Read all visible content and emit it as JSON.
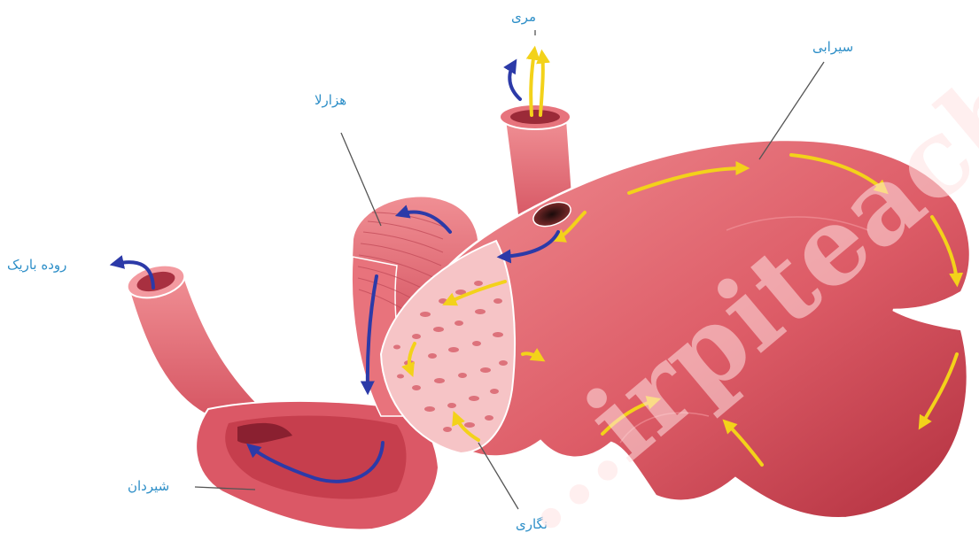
{
  "labels": {
    "esophagus": "مری",
    "rumen": "سیرابی",
    "omasum": "هزارلا",
    "small_intestine": "روده باریک",
    "abomasum": "شیردان",
    "reticulum": "نگاری"
  },
  "watermark": "...irpiteach...",
  "colors": {
    "label": "#2e8fc8",
    "tissue": "#e9737a",
    "tissue_dark": "#b83645",
    "flow_blue": "#2c3aa8",
    "flow_yellow": "#f3d21a",
    "leader": "#555555"
  }
}
